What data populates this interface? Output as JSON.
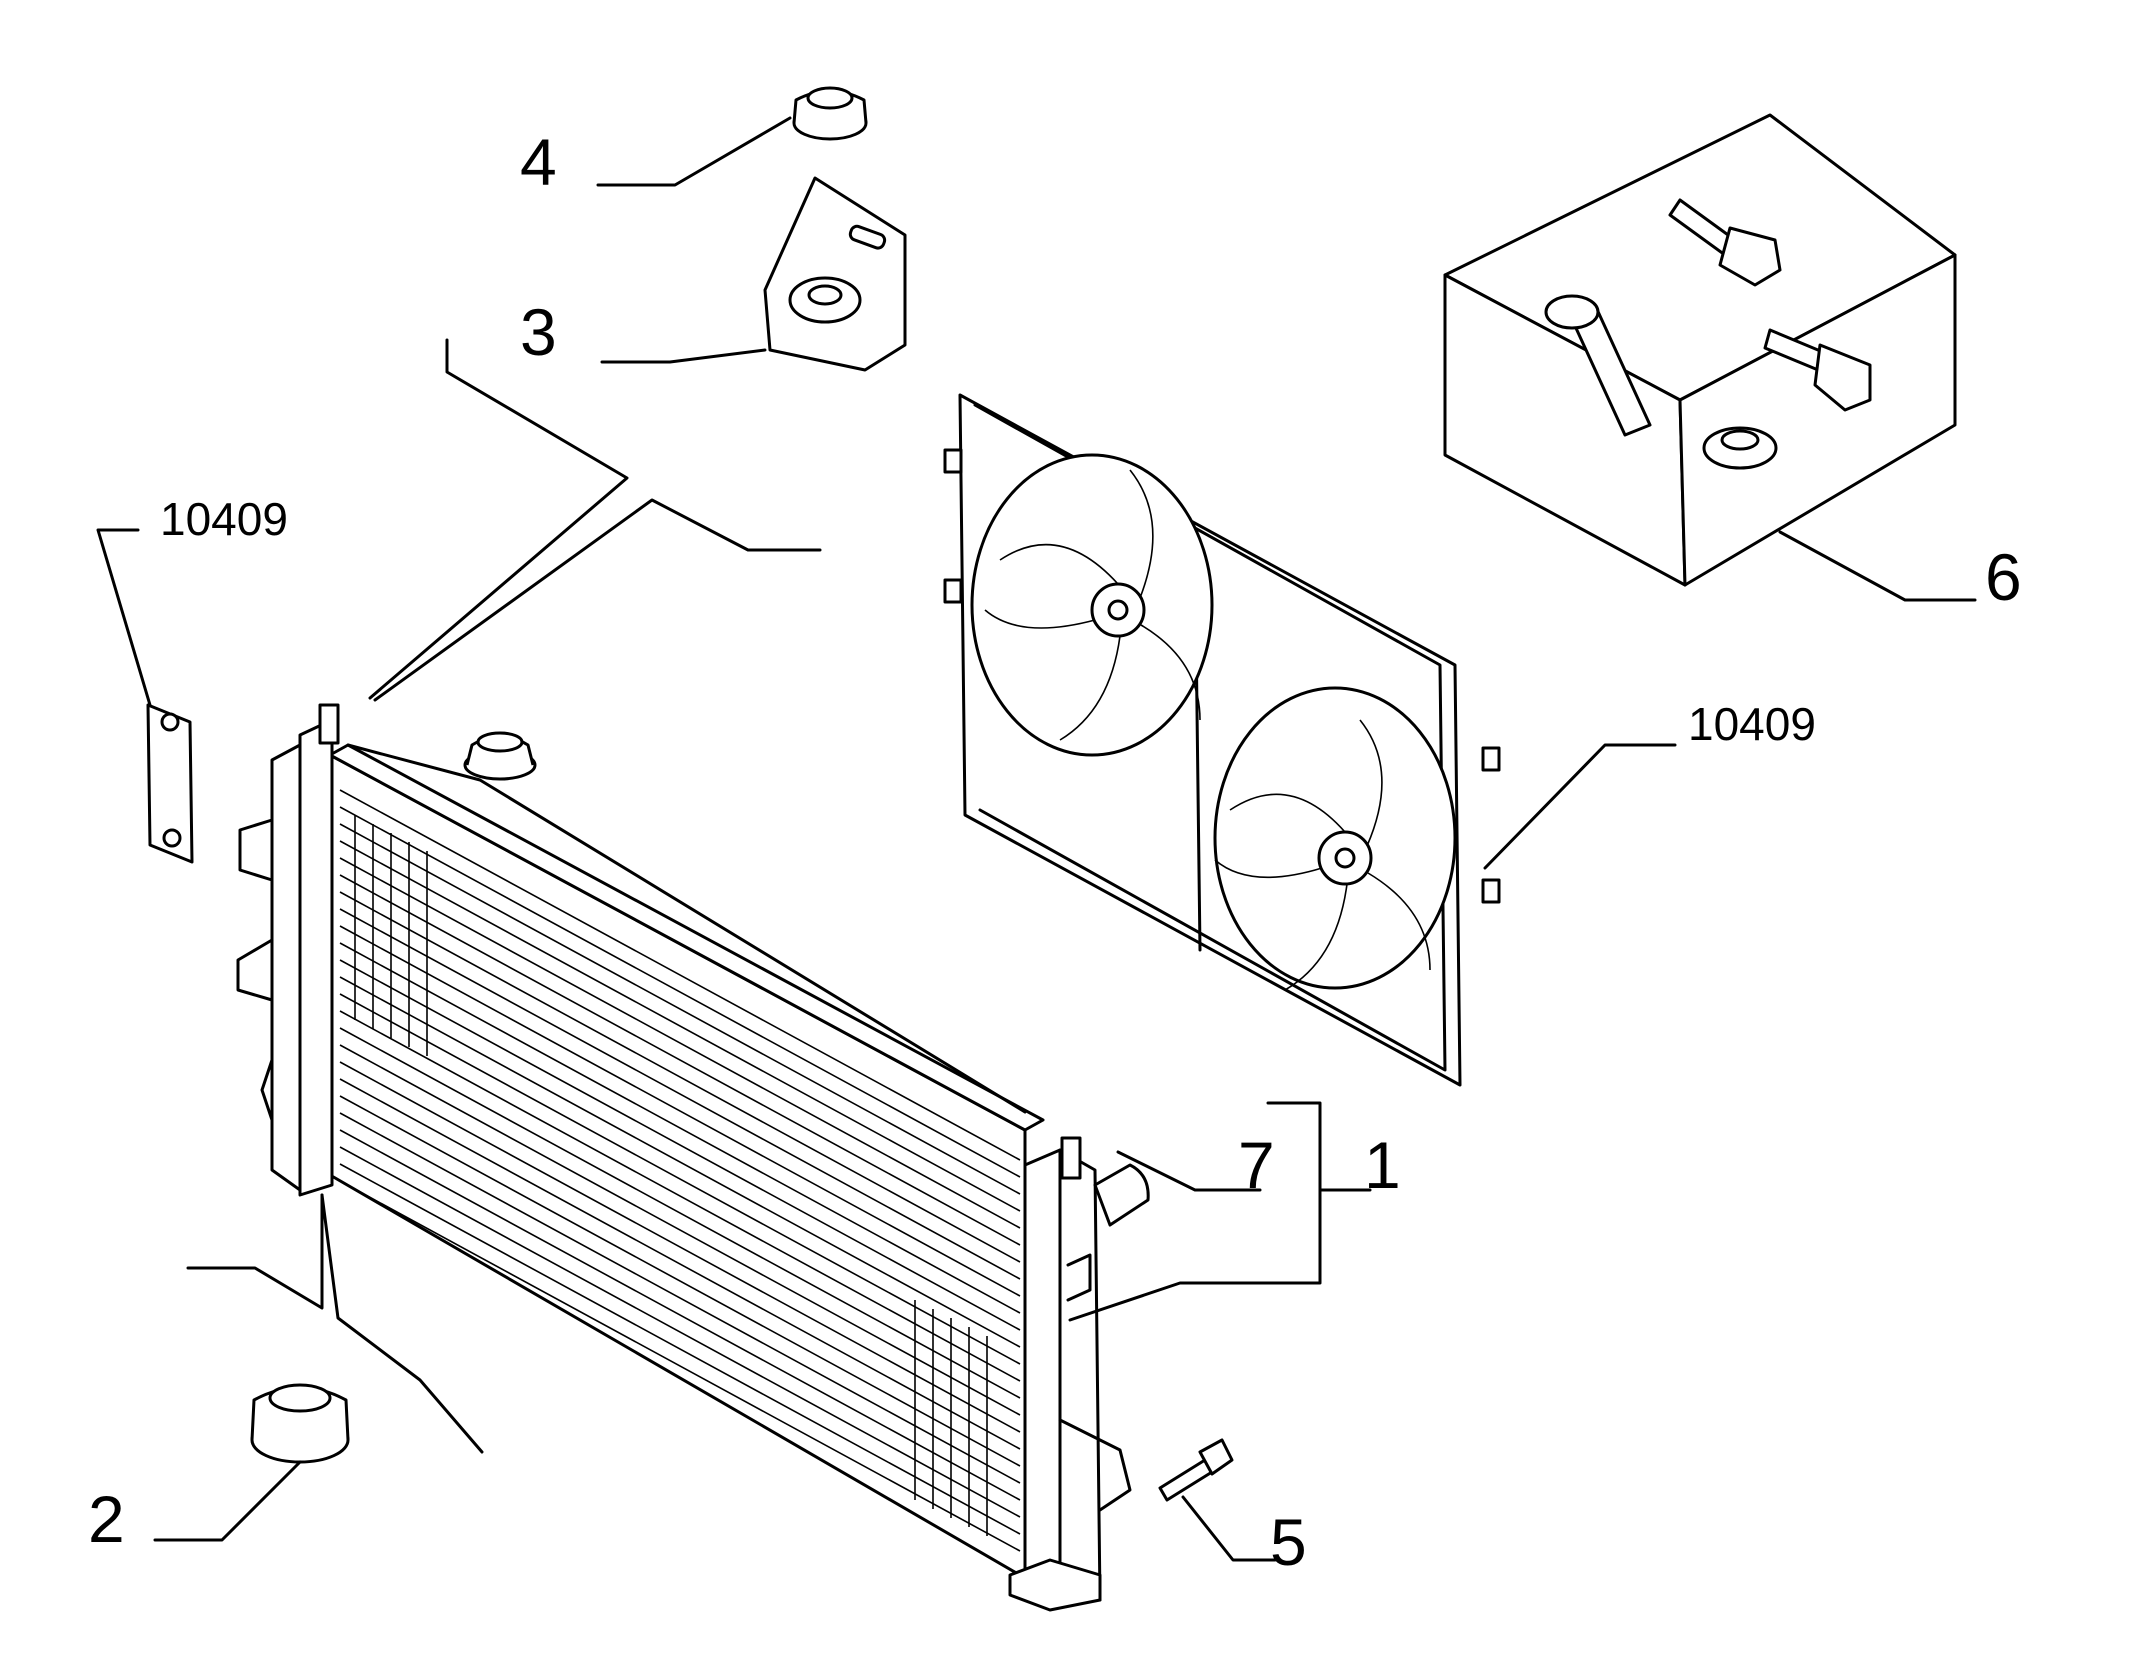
{
  "diagram": {
    "callouts": {
      "c1": "1",
      "c2": "2",
      "c3": "3",
      "c4": "4",
      "c5": "5",
      "c6": "6",
      "c7": "7",
      "ref_left": "10409",
      "ref_right": "10409"
    },
    "colors": {
      "ink": "#000000",
      "paper": "#ffffff"
    },
    "parts": [
      "radiator",
      "rubber-mount-bottom",
      "mounting-bracket",
      "rubber-bush-top",
      "bolt",
      "fastener-kit-box",
      "expansion-cap",
      "fan-shroud-twin-fans",
      "seal-plate"
    ]
  }
}
